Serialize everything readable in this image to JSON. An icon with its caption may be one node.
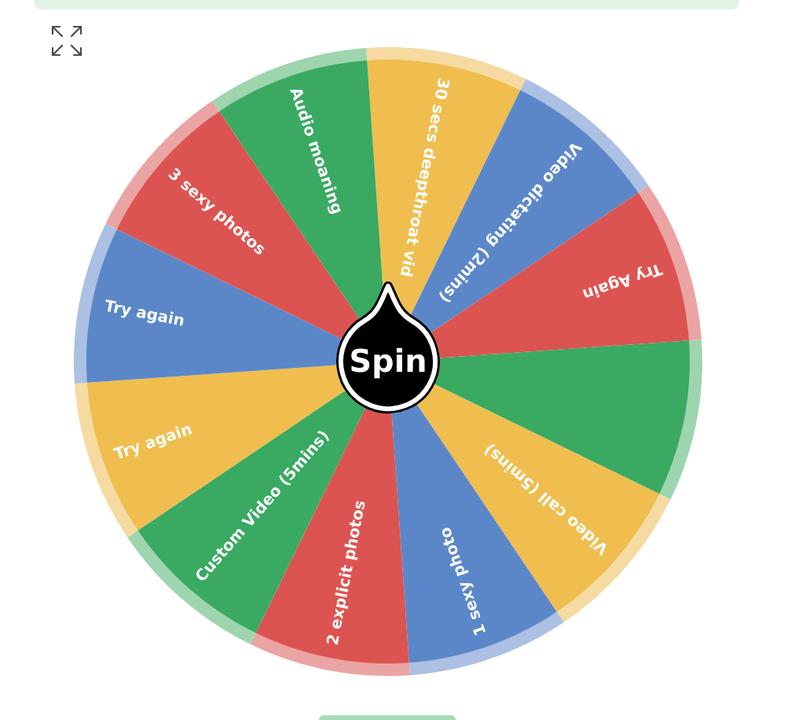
{
  "diagram": {
    "nodes": [
      {
        "text": [
          "30 secs deepthroat vid"
        ]
      },
      {
        "text": [
          "Video dictating (2mins)"
        ]
      },
      {
        "text": [
          "Try Again"
        ]
      },
      {
        "text": [],
        "shape": "wedge"
      },
      {
        "text": [
          "Video call (5mins)"
        ]
      },
      {
        "text": [
          "1 sexy photo"
        ]
      },
      {
        "text": [
          "2 explicit photos"
        ]
      },
      {
        "text": [
          "Custom Video (5mins)"
        ]
      },
      {
        "text": [
          "Try again"
        ]
      },
      {
        "text": [
          "Try again"
        ]
      },
      {
        "text": [
          "3 sexy photos"
        ]
      },
      {
        "text": [
          "Audio moaning"
        ]
      },
      {
        "text": [
          "Spin"
        ]
      }
    ]
  }
}
